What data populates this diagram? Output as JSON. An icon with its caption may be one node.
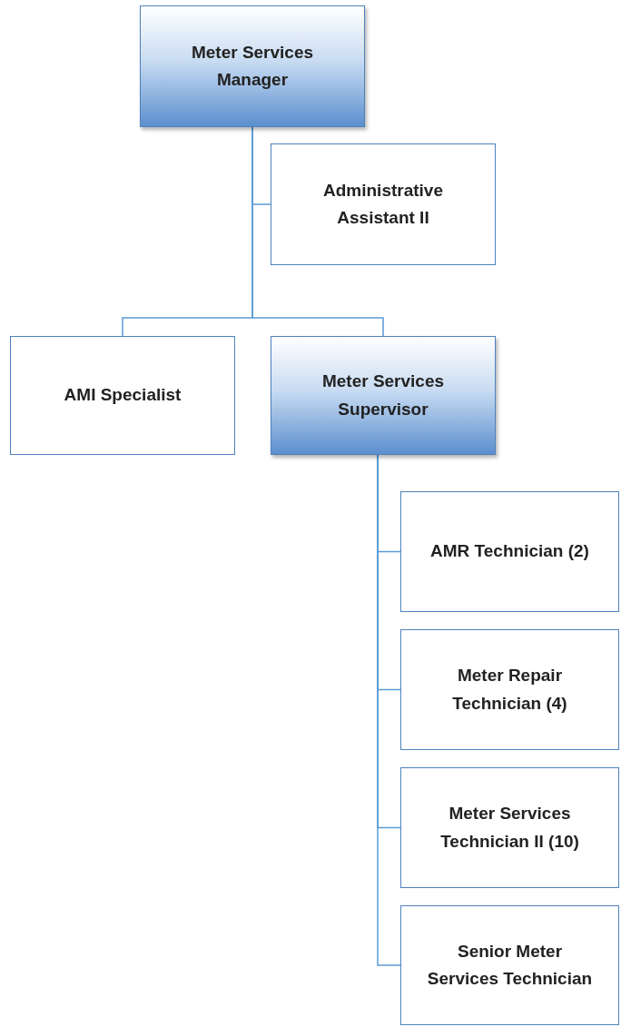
{
  "diagram": {
    "nodes": [
      {
        "text": [
          "Meter Services Manager"
        ]
      },
      {
        "text": [
          "Administrative Assistant II"
        ]
      },
      {
        "text": [
          "AMI Specialist"
        ]
      },
      {
        "text": [
          "Meter Services Supervisor"
        ]
      },
      {
        "text": [
          "AMR Technician (2)"
        ]
      },
      {
        "text": [
          "Meter Repair Technician (4)"
        ]
      },
      {
        "text": [
          "Meter Services Technician II (10)"
        ]
      },
      {
        "text": [
          "Senior Meter Services Technician"
        ]
      }
    ],
    "edges": [
      {
        "from": 0,
        "to": 1,
        "arrow": "none"
      },
      {
        "from": 0,
        "to": 2,
        "arrow": "none"
      },
      {
        "from": 0,
        "to": 3,
        "arrow": "none"
      },
      {
        "from": 3,
        "to": 4,
        "arrow": "none"
      },
      {
        "from": 3,
        "to": 5,
        "arrow": "none"
      },
      {
        "from": 3,
        "to": 6,
        "arrow": "none"
      },
      {
        "from": 3,
        "to": 7,
        "arrow": "none"
      }
    ]
  }
}
